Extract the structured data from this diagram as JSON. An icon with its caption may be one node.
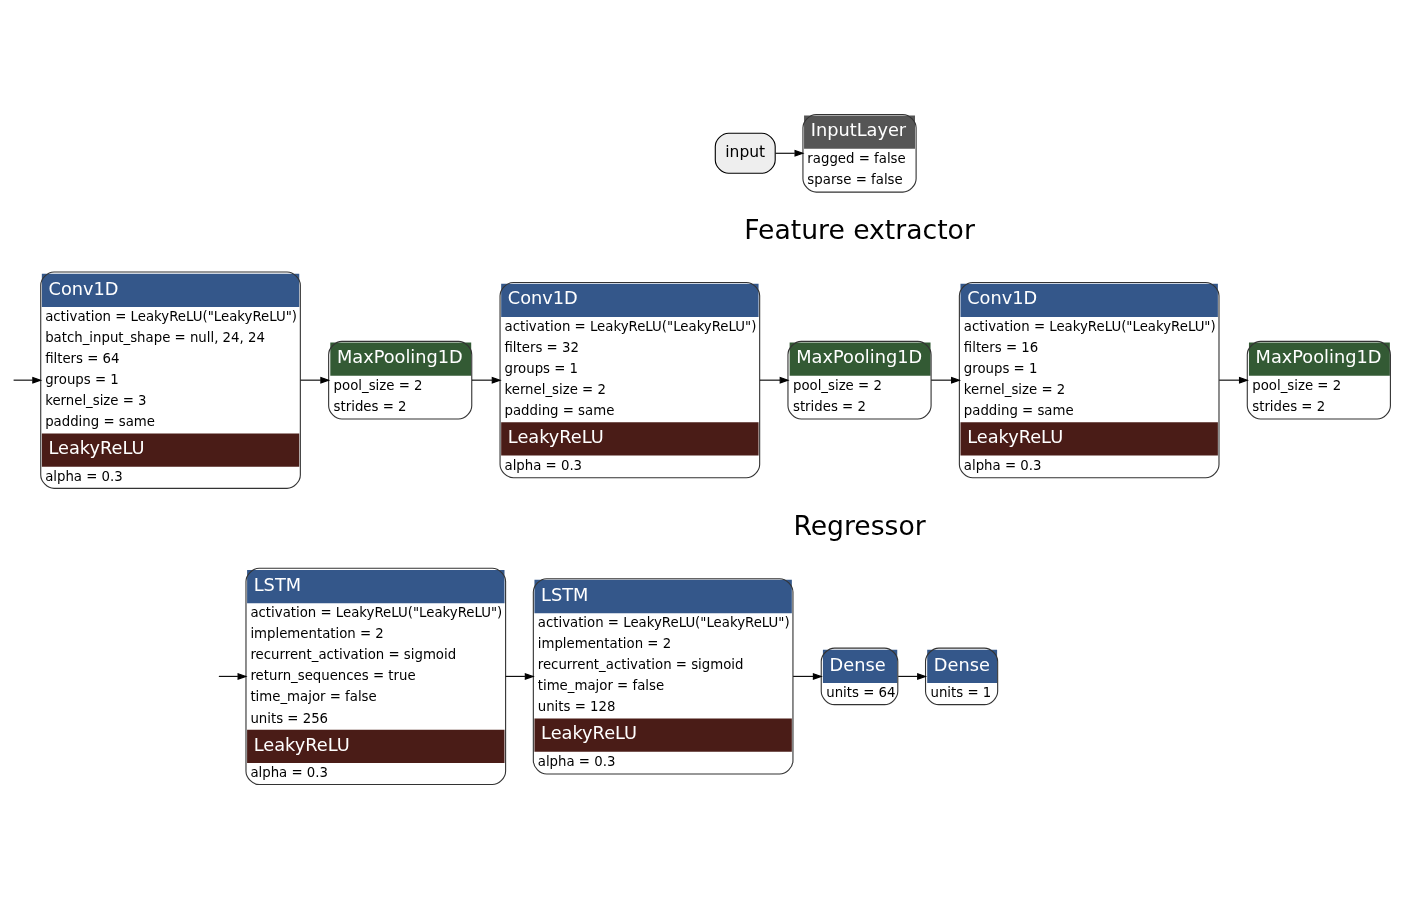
{
  "diagram": {
    "nodes": [
      {
        "text": [
          "input"
        ]
      },
      {
        "text": [
          "InputLayer",
          "ragged = false",
          "sparse = false"
        ]
      },
      {
        "text": [
          "Conv1D",
          "activation = LeakyReLU(\"LeakyReLU\")",
          "batch_input_shape = null, 24, 24",
          "filters = 64",
          "groups = 1",
          "kernel_size = 3",
          "padding = same",
          "LeakyReLU",
          "alpha = 0.3"
        ]
      },
      {
        "text": [
          "MaxPooling1D",
          "pool_size = 2",
          "strides = 2"
        ]
      },
      {
        "text": [
          "Conv1D",
          "activation = LeakyReLU(\"LeakyReLU\")",
          "filters = 32",
          "groups = 1",
          "kernel_size = 2",
          "padding = same",
          "LeakyReLU",
          "alpha = 0.3"
        ]
      },
      {
        "text": [
          "MaxPooling1D",
          "pool_size = 2",
          "strides = 2"
        ]
      },
      {
        "text": [
          "Conv1D",
          "activation = LeakyReLU(\"LeakyReLU\")",
          "filters = 16",
          "groups = 1",
          "kernel_size = 2",
          "padding = same",
          "LeakyReLU",
          "alpha = 0.3"
        ]
      },
      {
        "text": [
          "MaxPooling1D",
          "pool_size = 2",
          "strides = 2"
        ]
      },
      {
        "text": [
          "LSTM",
          "activation = LeakyReLU(\"LeakyReLU\")",
          "implementation = 2",
          "recurrent_activation = sigmoid",
          "return_sequences = true",
          "time_major = false",
          "units = 256",
          "LeakyReLU",
          "alpha = 0.3"
        ]
      },
      {
        "text": [
          "LSTM",
          "activation = LeakyReLU(\"LeakyReLU\")",
          "implementation = 2",
          "recurrent_activation = sigmoid",
          "time_major = false",
          "units = 128",
          "LeakyReLU",
          "alpha = 0.3"
        ]
      },
      {
        "text": [
          "Dense",
          "units = 64"
        ]
      },
      {
        "text": [
          "Dense",
          "units = 1"
        ]
      }
    ],
    "edges": [
      {
        "from": 0,
        "to": 1,
        "arrow": "to"
      },
      {
        "from": null,
        "to": 2,
        "arrow": "to"
      },
      {
        "from": 2,
        "to": 3,
        "arrow": "to"
      },
      {
        "from": 3,
        "to": 4,
        "arrow": "to"
      },
      {
        "from": 4,
        "to": 5,
        "arrow": "to"
      },
      {
        "from": 5,
        "to": 6,
        "arrow": "to"
      },
      {
        "from": 6,
        "to": 7,
        "arrow": "to"
      },
      {
        "from": null,
        "to": 8,
        "arrow": "to"
      },
      {
        "from": 8,
        "to": 9,
        "arrow": "to"
      },
      {
        "from": 9,
        "to": 10,
        "arrow": "to"
      },
      {
        "from": 10,
        "to": 11,
        "arrow": "to"
      }
    ],
    "labels": [
      "Feature extractor",
      "Regressor"
    ]
  }
}
